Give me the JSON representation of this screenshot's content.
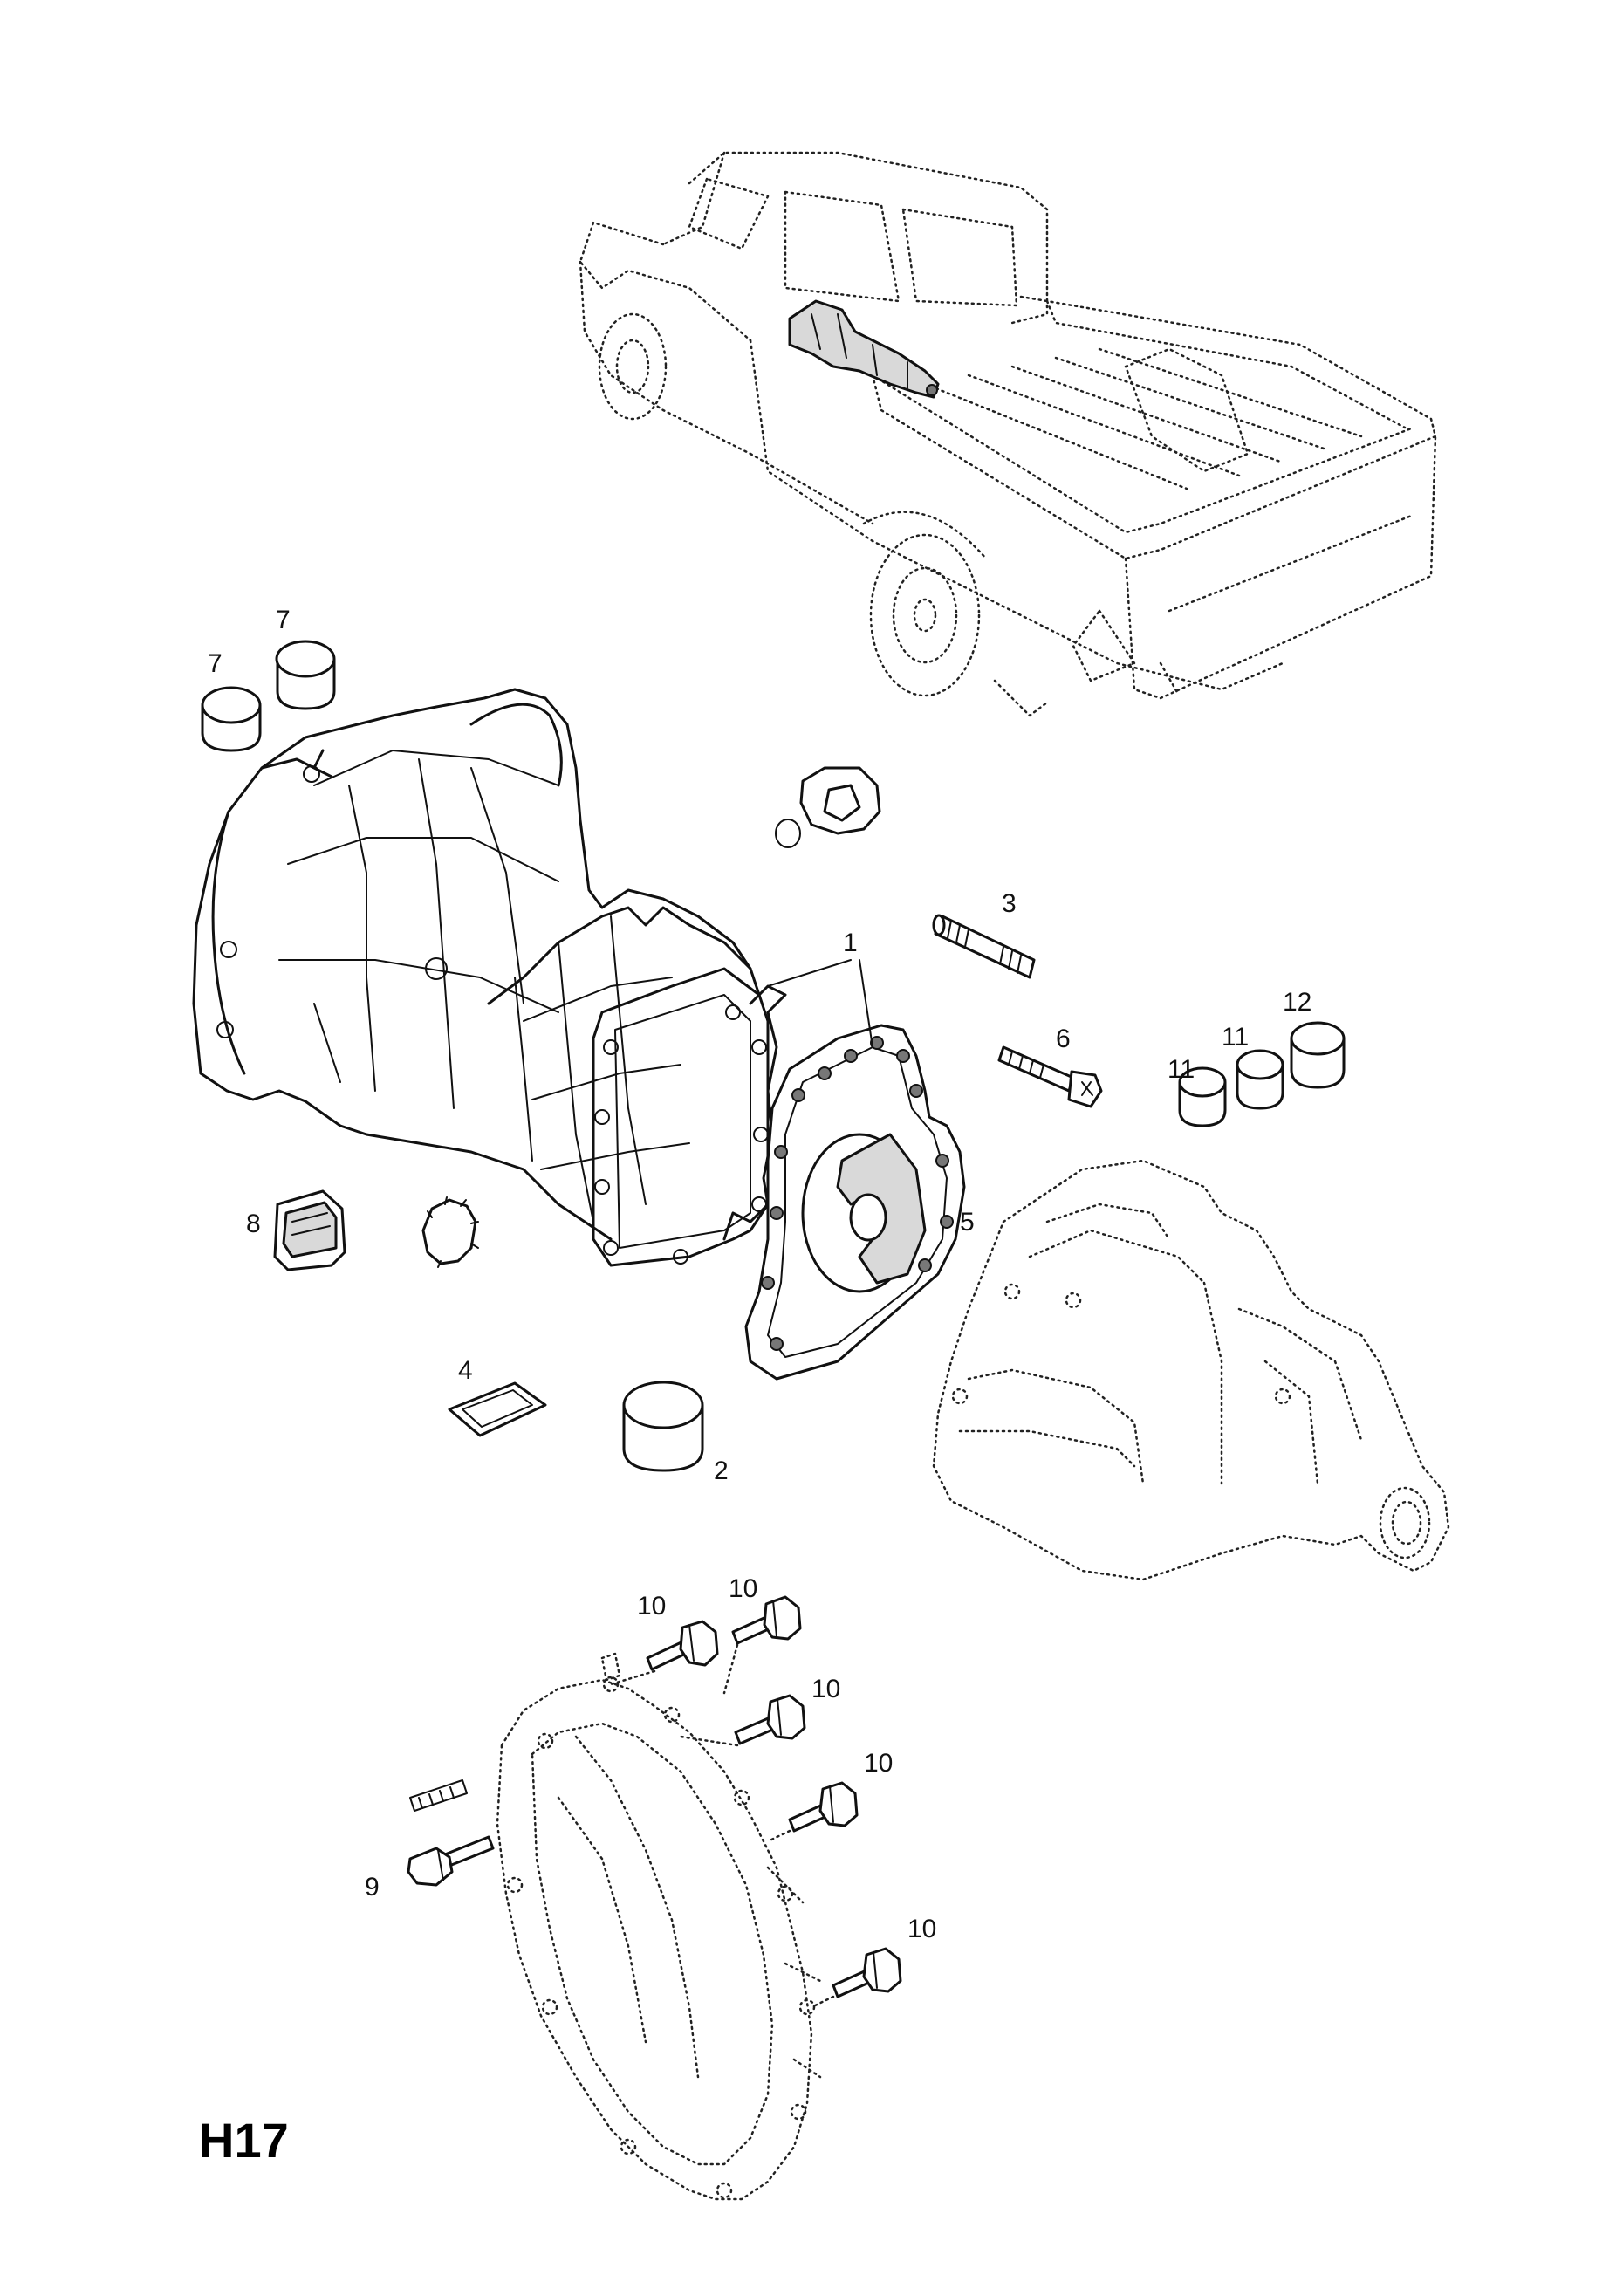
{
  "page_code": "H17",
  "callouts": {
    "c1": "1",
    "c2": "2",
    "c3": "3",
    "c4": "4",
    "c5": "5",
    "c6": "6",
    "c7a": "7",
    "c7b": "7",
    "c8": "8",
    "c9": "9",
    "c10a": "10",
    "c10b": "10",
    "c10c": "10",
    "c10d": "10",
    "c10e": "10",
    "c11a": "11",
    "c11b": "11",
    "c12": "12"
  },
  "icons": {
    "vehicle": "pickup-truck-icon",
    "transmission": "transmission-case-icon",
    "adapter": "adapter-plate-icon",
    "transfer": "transfer-case-icon",
    "bellhousing": "bellhousing-icon"
  }
}
